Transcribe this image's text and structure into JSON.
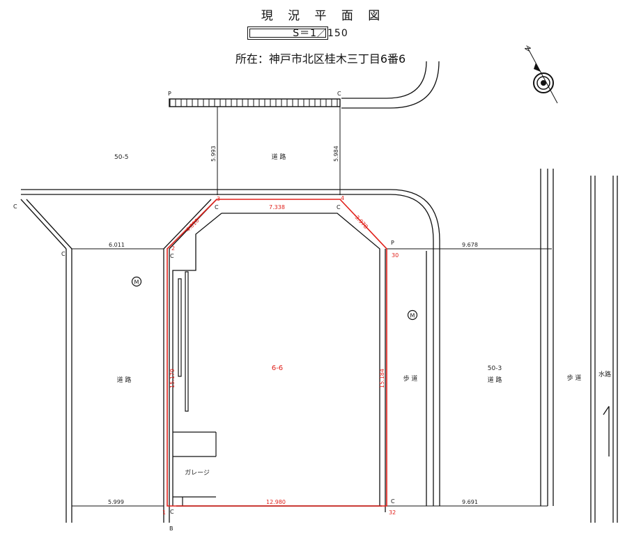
{
  "header": {
    "title": "現 況 平 面 図",
    "scale": "S＝1／150",
    "location": "所在：神戸市北区桂木三丁目6番6"
  },
  "compass": {
    "north_label": "N"
  },
  "parcels": {
    "north": "50-5",
    "subject": "6-6",
    "east": "50-3"
  },
  "areas": {
    "road_north": "道 路",
    "road_west": "道 路",
    "road_east": "道 路",
    "sidewalk_near": "歩 道",
    "sidewalk_far": "歩 道",
    "waterway": "水路",
    "garage": "ガレージ"
  },
  "boundary_marks": {
    "p_top_left": "P",
    "c_top_right": "C",
    "c_far_left": "C",
    "c_left_inner": "C",
    "c_inner_top_left": "C",
    "c_inner_top_right": "C",
    "c_left_mid": "C",
    "p_right": "P",
    "c_bottom_left": "C",
    "c_bottom_right": "C",
    "b_bottom": "B"
  },
  "points": {
    "p1": "1",
    "p2": "2",
    "p3": "3",
    "p4": "4",
    "p30": "30",
    "p32": "32"
  },
  "manholes": {
    "west": "M",
    "east": "M"
  },
  "dimensions": {
    "road_width_left": "5.993",
    "road_width_right": "5.984",
    "north_side": "7.338",
    "chamfer_left": "4.010",
    "chamfer_right": "3.978",
    "west_side": "15.179",
    "east_side": "15.184",
    "south_side": "12.980",
    "road_west_upper": "6.011",
    "road_west_lower": "5.999",
    "road_east_upper": "9.678",
    "road_east_lower": "9.691"
  },
  "colors": {
    "boundary": "#e0201a",
    "linework": "#111111",
    "dimension_text": "#222222"
  }
}
